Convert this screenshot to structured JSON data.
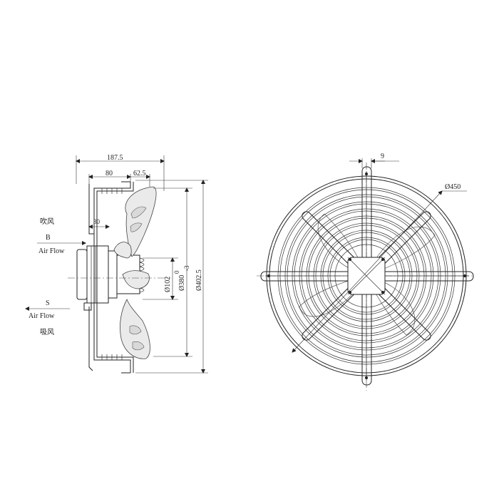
{
  "side_view": {
    "dim_overall_depth": "187.5",
    "dim_guard_depth": "80",
    "dim_blade_offset": "62.5",
    "dim_motor_offset": "30",
    "dim_hub_dia": "Ø102",
    "dim_blade_dia_main": "Ø380",
    "dim_blade_tol_upper": "0",
    "dim_blade_tol_lower": "-3",
    "dim_guard_dia": "Ø402.5",
    "label_blow": "吹风",
    "label_B": "B",
    "label_airflow_top": "Air Flow",
    "label_S": "S",
    "label_airflow_bottom": "Air Flow",
    "label_suck": "吸风"
  },
  "front_view": {
    "dim_strap_width": "9",
    "dim_outer_dia": "Ø450"
  }
}
